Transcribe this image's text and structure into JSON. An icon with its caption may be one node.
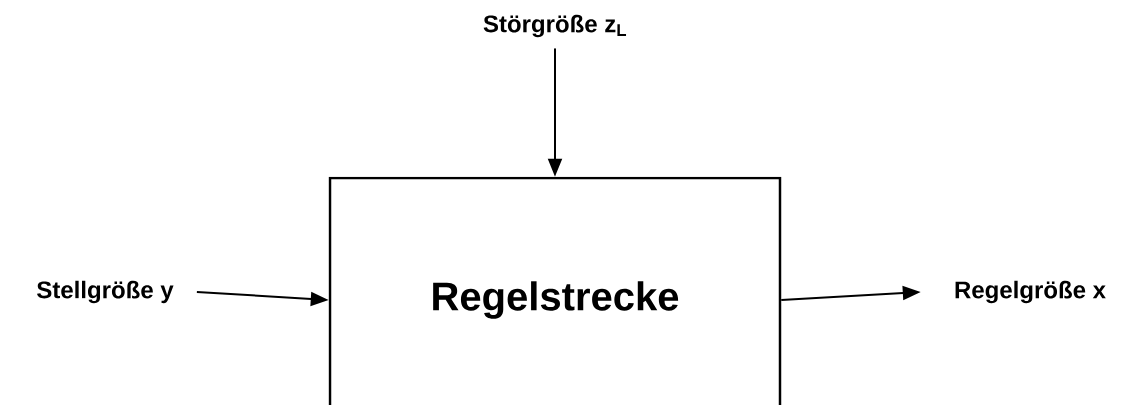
{
  "diagram": {
    "nodes": [
      {
        "text": [
          "Regelstrecke"
        ]
      },
      {
        "text": [
          "Störgröße z$_{L}$"
        ]
      },
      {
        "text": [
          "Stellgröße y"
        ]
      },
      {
        "text": [
          "Regelgröße x"
        ]
      }
    ],
    "edges": [
      {
        "from": 1,
        "to": 0,
        "arrow": "to"
      },
      {
        "from": 2,
        "to": 0,
        "arrow": "to"
      },
      {
        "from": 0,
        "to": 3,
        "arrow": "to"
      }
    ]
  }
}
